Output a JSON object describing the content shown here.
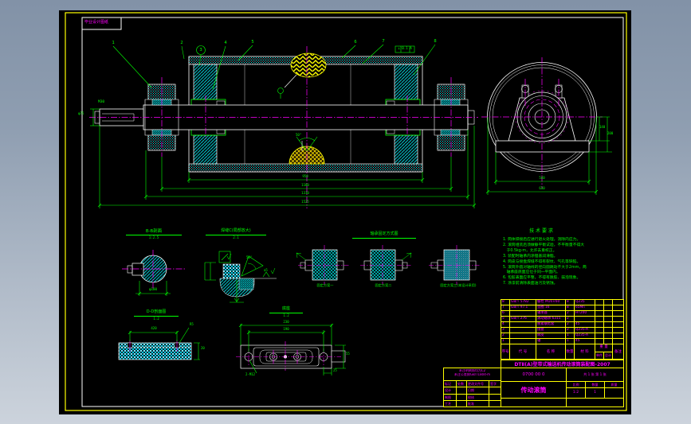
{
  "colors": {
    "background_top": "#8292a7",
    "background_bottom": "#ccd3dc",
    "sheet": "#000000",
    "frame_outer": "#ffff00",
    "frame_inner": "#ffffff",
    "dim_green": "#00ff00",
    "centerline_magenta": "#ff00ff",
    "hatch_cyan": "#00ffff",
    "weld_yellow": "#ffff00"
  },
  "stamp": {
    "label": "毕业设计图纸"
  },
  "balloons": [
    "1",
    "2",
    "3",
    "4",
    "5",
    "6",
    "7",
    "8"
  ],
  "main_view": {
    "thread_label": "M30",
    "shaft_dia": "φ75",
    "gdt": "⊥ 0.1 A",
    "weld_angle": "50°",
    "dims": {
      "drum_length": "950",
      "bearing_span": "1180",
      "frame_span": "1310",
      "total_length": "1525"
    }
  },
  "end_view": {
    "dims": {
      "base_width": "540",
      "drum_dia": "630",
      "h1": "140",
      "h2": "200"
    }
  },
  "details": {
    "bb": {
      "title": "B-B剖面",
      "scale": "1:2.5",
      "dim": "φ100"
    },
    "weld": {
      "title": "焊缝C(局部放大)",
      "scale": "2:1",
      "angle": "50°",
      "symbol": "a5"
    },
    "fixing": {
      "title": "轴承固定方式图",
      "options": [
        "固定方案一",
        "固定方案二",
        "固定方案三(本设计采用)"
      ]
    },
    "dd": {
      "title": "D-D剖面图",
      "scale": "1:2",
      "width": "420",
      "radius": "R5",
      "thickness": "20"
    },
    "base": {
      "title": "底座",
      "scale": "1:2",
      "dim_top": "230",
      "dim_mid": "190",
      "bolt_label": "2-M12",
      "dim_right": "55",
      "dim_small": "25"
    }
  },
  "tech_req": {
    "title": "技 术 要 求",
    "lines": [
      "1. 筒体焊接后应进行退火处理，消除内应力。",
      "2. 滚筒组装后须做静平衡试验，不平衡量不得大",
      "   于0.5kg·m，允许去重校正。",
      "3. 装配时轴承内涂锂基润滑脂。",
      "4. 筒皮与接盘焊缝不得有裂纹、气孔等缺陷。",
      "5. 滚筒外圆对轴线的径向圆跳动不大于2mm，两",
      "   轴承座底面应位于同一平面内。",
      "6. 包胶表面应平整，不得有脱胶、鼓泡现象。",
      "7. 涂漆前清除表面油污及锈蚀。"
    ]
  },
  "bom": {
    "headers": {
      "no": "序号",
      "code": "代  号",
      "name": "名  称",
      "qty": "数量",
      "material": "材  料",
      "weight": "重 量",
      "w1": "单件",
      "w2": "总计",
      "note": "备注"
    },
    "rows": [
      {
        "no": "8",
        "code": "GB/T 5782",
        "name": "螺栓 M16×60",
        "qty": "8",
        "material": "Q235",
        "w1": "",
        "w2": "",
        "note": ""
      },
      {
        "no": "7",
        "code": "GB/T 97.1",
        "name": "垫圈 16",
        "qty": "8",
        "material": "65Mn",
        "w1": "",
        "w2": "",
        "note": ""
      },
      {
        "no": "6",
        "code": "",
        "name": "轴承座",
        "qty": "2",
        "material": "HT200",
        "w1": "",
        "w2": "",
        "note": ""
      },
      {
        "no": "5",
        "code": "GB/T 276",
        "name": "滚动轴承 6315",
        "qty": "2",
        "material": "",
        "w1": "",
        "w2": "",
        "note": ""
      },
      {
        "no": "4",
        "code": "",
        "name": "胀紧联结套",
        "qty": "2",
        "material": "45",
        "w1": "",
        "w2": "",
        "note": ""
      },
      {
        "no": "3",
        "code": "",
        "name": "接盘",
        "qty": "2",
        "material": "Q235-A",
        "w1": "",
        "w2": "",
        "note": ""
      },
      {
        "no": "2",
        "code": "",
        "name": "筒皮",
        "qty": "1",
        "material": "Q235-A",
        "w1": "",
        "w2": "",
        "note": ""
      },
      {
        "no": "1",
        "code": "",
        "name": "轴",
        "qty": "1",
        "material": "45",
        "w1": "",
        "w2": "",
        "note": ""
      }
    ]
  },
  "title_bar": "DTⅡ(A)型带式输送机传动滚筒装配图-2007",
  "title_block": {
    "drawing_no": "0700 00 0",
    "sheet_info": "共 1 张  第 1 张",
    "part_name": "传动滚筒",
    "scale_label": "比例",
    "scale": "1:2",
    "qty_label": "数量",
    "qty": "1",
    "weight_label": "质量",
    "weight": "",
    "notes": [
      "未注明倒角均为C2",
      "未注公差按GB/T1804-m"
    ],
    "sign_rows": [
      {
        "c1": "标记",
        "c2": "处数",
        "c3": "更改文件号",
        "c4": "签字"
      },
      {
        "c1": "设计",
        "c2": "",
        "c3": "日期",
        "c4": ""
      },
      {
        "c1": "制图",
        "c2": "",
        "c3": "校核",
        "c4": ""
      },
      {
        "c1": "工艺",
        "c2": "",
        "c3": "批准",
        "c4": ""
      }
    ]
  }
}
